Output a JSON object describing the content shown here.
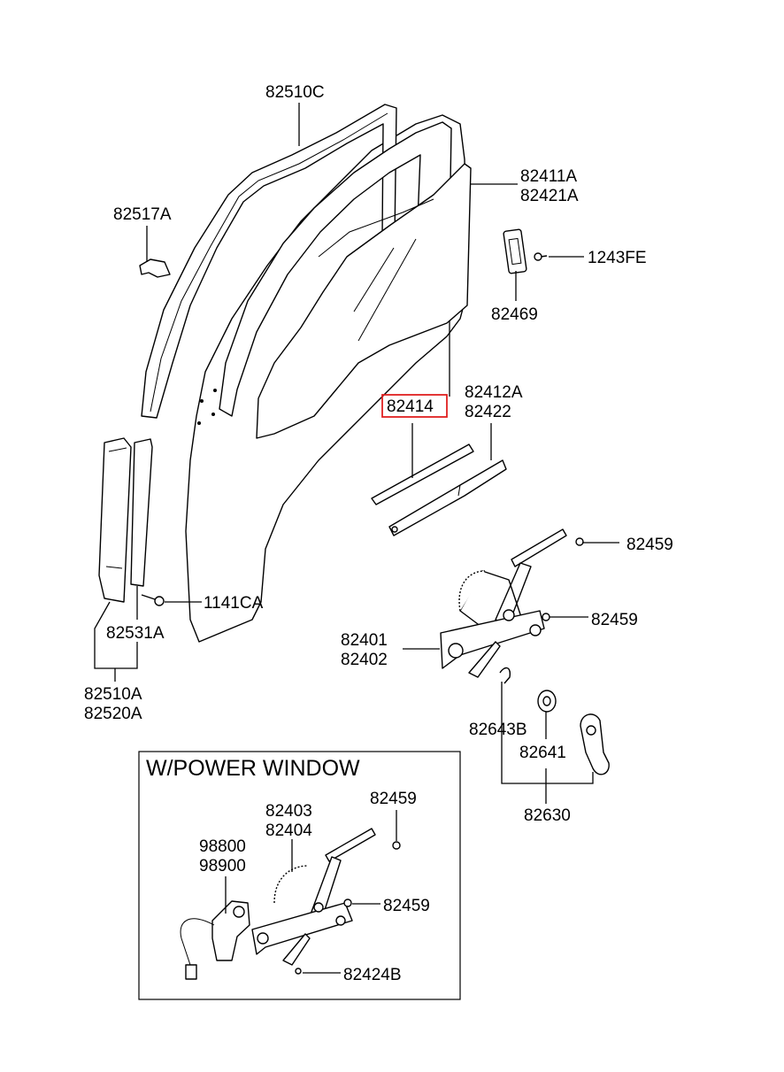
{
  "labels": {
    "p82510C": "82510C",
    "p82411A": "82411A",
    "p82421A": "82421A",
    "p82517A": "82517A",
    "p1243FE": "1243FE",
    "p82469": "82469",
    "p82414": "82414",
    "p82412A": "82412A",
    "p82422": "82422",
    "p82459_a": "82459",
    "p82459_b": "82459",
    "p1141CA": "1141CA",
    "p82531A": "82531A",
    "p82401": "82401",
    "p82402": "82402",
    "p82510A": "82510A",
    "p82520A": "82520A",
    "p82643B": "82643B",
    "p82641": "82641",
    "p82630": "82630"
  },
  "power_window": {
    "title": "W/POWER WINDOW",
    "p82459_c": "82459",
    "p82403": "82403",
    "p82404": "82404",
    "p98800": "98800",
    "p98900": "98900",
    "p82459_d": "82459",
    "p82424B": "82424B"
  },
  "highlight_color": "#e02020"
}
